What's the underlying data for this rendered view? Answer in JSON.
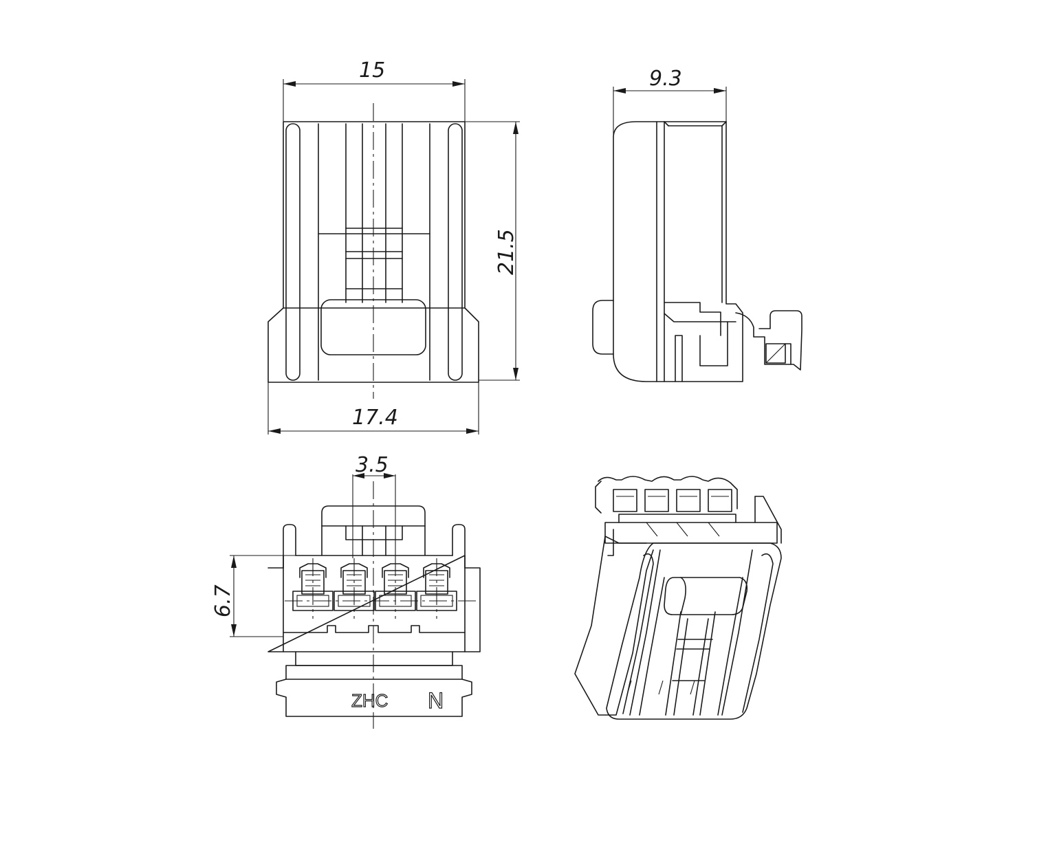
{
  "dimensions": {
    "front_width": "15",
    "front_height": "21.5",
    "front_base_width": "17.4",
    "side_depth": "9.3",
    "pin_pitch": "3.5",
    "bottom_height": "6.7"
  },
  "markings": {
    "brand": "ZHC",
    "variant": "N"
  },
  "colors": {
    "line": "#1a1a1a",
    "background": "#ffffff"
  }
}
